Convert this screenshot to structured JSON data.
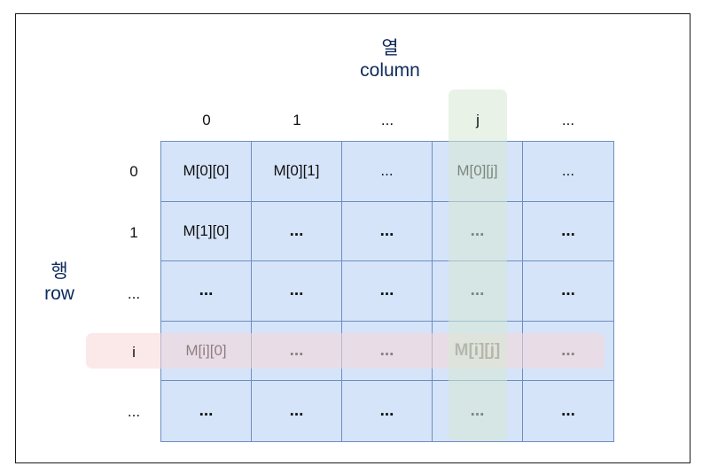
{
  "column_axis": {
    "korean": "열",
    "english": "column"
  },
  "row_axis": {
    "korean": "행",
    "english": "row"
  },
  "column_headers": [
    "0",
    "1",
    "...",
    "j",
    "..."
  ],
  "row_headers": [
    "0",
    "1",
    "...",
    "i",
    "..."
  ],
  "cells": [
    [
      {
        "text": "M[0][0]"
      },
      {
        "text": "M[0][1]"
      },
      {
        "text": "..."
      },
      {
        "text": "M[0][j]"
      },
      {
        "text": "..."
      }
    ],
    [
      {
        "text": "M[1][0]"
      },
      {
        "text": "...",
        "bold": true
      },
      {
        "text": "...",
        "bold": true
      },
      {
        "text": "...",
        "bold": true
      },
      {
        "text": "...",
        "bold": true
      }
    ],
    [
      {
        "text": "...",
        "bold": true
      },
      {
        "text": "...",
        "bold": true
      },
      {
        "text": "...",
        "bold": true
      },
      {
        "text": "...",
        "bold": true
      },
      {
        "text": "...",
        "bold": true
      }
    ],
    [
      {
        "text": "M[i][0]"
      },
      {
        "text": "...",
        "bold": true
      },
      {
        "text": "...",
        "bold": true
      },
      {
        "text": "M[i][j]",
        "bold": true
      },
      {
        "text": "...",
        "bold": true
      }
    ],
    [
      {
        "text": "...",
        "bold": true
      },
      {
        "text": "...",
        "bold": true
      },
      {
        "text": "...",
        "bold": true
      },
      {
        "text": "...",
        "bold": true
      },
      {
        "text": "...",
        "bold": true
      }
    ]
  ],
  "colors": {
    "cell_fill": "#d6e4fa",
    "cell_border": "#6c8ebf",
    "row_highlight": "#f8d7d7",
    "column_highlight": "#d6e8d4",
    "axis_title": "#0d2a5c"
  }
}
